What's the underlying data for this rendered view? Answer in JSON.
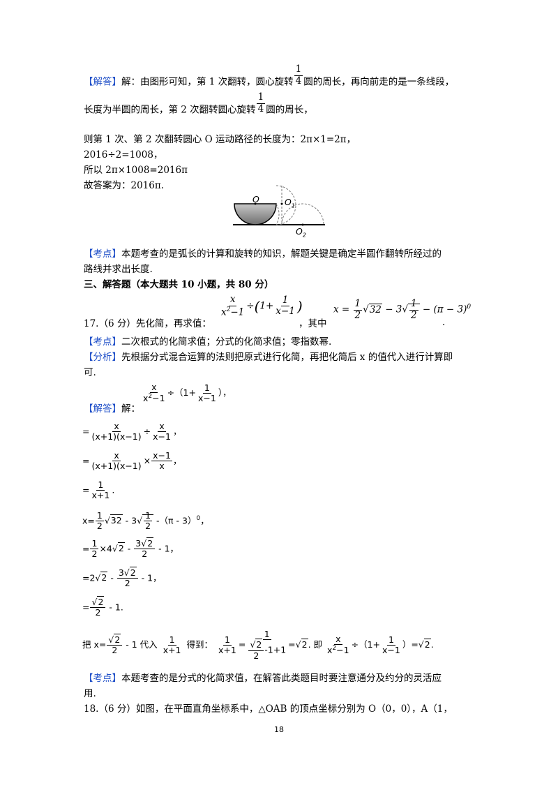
{
  "part1": {
    "jieda_tag": "【解答】",
    "l1_pre": "解：由图形可知，第 1 次翻转，圆心旋转",
    "frac_num": "1",
    "frac_den": "4",
    "l1_post": "圆的周长，再向前走的是一条线段，",
    "l2_pre": "长度为半圆的周长，第 2 次翻转圆心旋转",
    "l2_post": "圆的周长，",
    "l3": "则第 1 次、第 2 次翻转圆心 O 运动路径的长度为：2π×1=2π，",
    "l4": "2016÷2=1008，",
    "l5": "所以 2π×1008=2016π",
    "l6": "故答案为：2016π.",
    "fig_O": "O",
    "fig_O1": "O",
    "fig_O1_sub": "1",
    "fig_O2": "O",
    "fig_O2_sub": "2",
    "kaodian_tag": "【考点】",
    "kaodian_text1": "本题考查的是弧长的计算和旋转的知识，解题关键是确定半圆作翻转所经过的",
    "kaodian_text2": "路线并求出长度."
  },
  "section": {
    "heading": "三、解答题（本大题共 10 小题，共 80 分）"
  },
  "q17": {
    "stem_left": "17.（6 分）先化简，再求值：",
    "stem_mid": "，其中",
    "stem_end": ".",
    "kaodian_tag": "【考点】",
    "kaodian_text": "二次根式的化简求值；分式的化简求值；零指数幂.",
    "fenxi_tag": "【分析】",
    "fenxi_text1": "先根据分式混合运算的法则把原式进行化简，再把化简后 x 的值代入进行计算即",
    "fenxi_text2": "可.",
    "jieda_tag": "【解答】",
    "jieda_text": "解：",
    "sub_a": "代入",
    "sub_b": "得到：",
    "sub_c": "即",
    "kaodian2_tag": "【考点】",
    "kaodian2_text1": "本题考查的是分式的化简求值，在解答此类题目时要注意通分及约分的灵活应",
    "kaodian2_text2": "用."
  },
  "q18": {
    "text": "18.（6 分）如图，在平面直角坐标系中，△OAB 的顶点坐标分别为 O（0，0），A（1，"
  },
  "footer": {
    "page_number": "18"
  }
}
